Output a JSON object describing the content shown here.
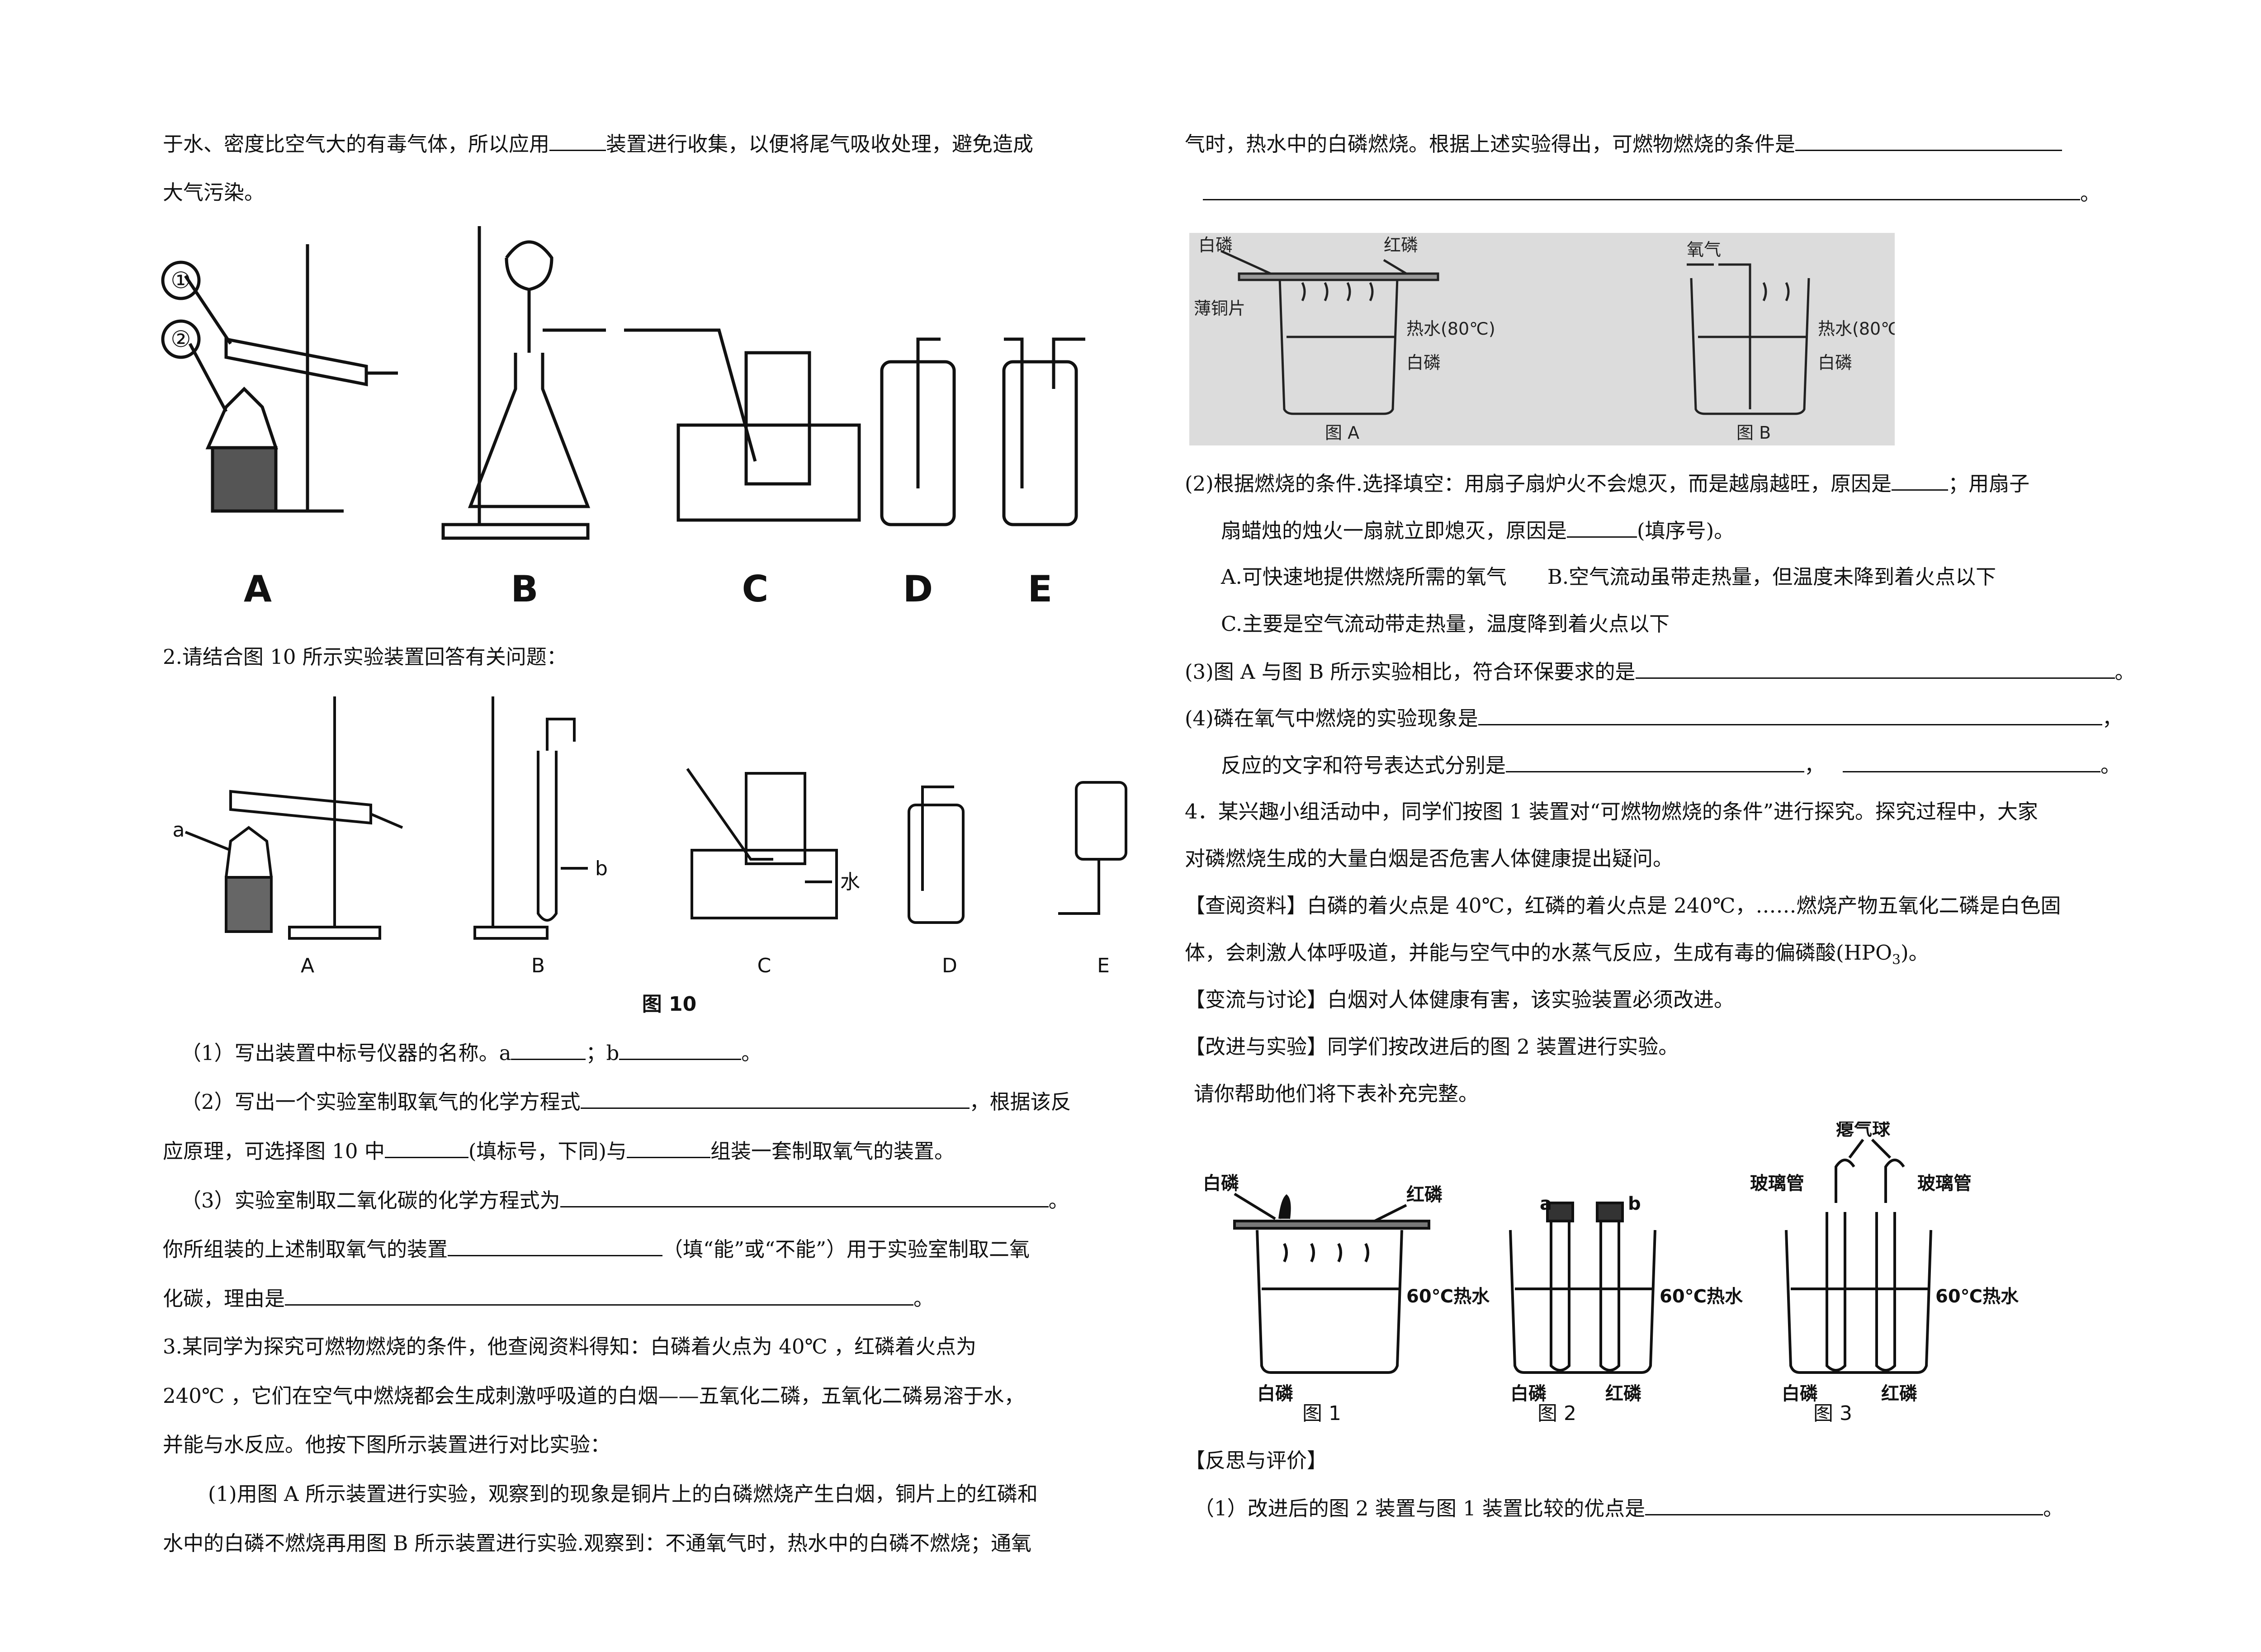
{
  "left": {
    "l1a": "于水、密度比空气大的有毒气体，所以应用",
    "l1b": "装置进行收集，以便将尾气吸收处理，避免造成",
    "l2": "大气污染。",
    "fig1_labels": [
      "A",
      "B",
      "C",
      "D",
      "E"
    ],
    "fig1_marks": [
      "①",
      "②"
    ],
    "q2": "2.请结合图 10 所示实验装置回答有关问题：",
    "fig10_labels": [
      "A",
      "B",
      "C",
      "D",
      "E"
    ],
    "fig10_a": "a",
    "fig10_b": "b",
    "fig10_water": "水",
    "fig10_caption": "图 10",
    "q2_1a": "（1）写出装置中标号仪器的名称。a",
    "q2_1b": "；b",
    "q2_1c": "。",
    "q2_2a": "（2）写出一个实验室制取氧气的化学方程式",
    "q2_2b": "，根据该反",
    "q2_2c": "应原理，可选择图 10 中",
    "q2_2d": "(填标号，下同)与",
    "q2_2e": "组装一套制取氧气的装置。",
    "q2_3a": "（3）实验室制取二氧化碳的化学方程式为",
    "q2_3b": "。",
    "q2_3c": "你所组装的上述制取氧气的装置",
    "q2_3d": "（填“能”或“不能”）用于实验室制取二氧",
    "q2_3e": "化碳，理由是",
    "q2_3f": "。",
    "q3_1": "3.某同学为探究可燃物燃烧的条件，他查阅资料得知：白磷着火点为 40℃ ，红磷着火点为",
    "q3_2": "240℃ ，它们在空气中燃烧都会生成刺激呼吸道的白烟——五氧化二磷，五氧化二磷易溶于水，",
    "q3_3": "并能与水反应。他按下图所示装置进行对比实验：",
    "q3_4": "(1)用图 A 所示装置进行实验，观察到的现象是铜片上的白磷燃烧产生白烟，铜片上的红磷和",
    "q3_5": "水中的白磷不燃烧再用图 B 所示装置进行实验.观察到：不通氧气时，热水中的白磷不燃烧；通氧"
  },
  "right": {
    "r1": "气时，热水中的白磷燃烧。根据上述实验得出，可燃物燃烧的条件是",
    "r2_end": "。",
    "figAB": {
      "bailin": "白磷",
      "honglin": "红磷",
      "tong": "薄铜片",
      "reshui": "热水(80℃)",
      "yangqi": "氧气",
      "capA": "图 A",
      "capB": "图 B"
    },
    "p2a": "(2)根据燃烧的条件.选择填空：用扇子扇炉火不会熄灭，而是越扇越旺，原因是",
    "p2b": "；用扇子",
    "p2c": "扇蜡烛的烛火一扇就立即熄灭，原因是",
    "p2d": "(填序号)。",
    "optA": "A.可快速地提供燃烧所需的氧气",
    "optB": "B.空气流动虽带走热量，但温度未降到着火点以下",
    "optC": "C.主要是空气流动带走热量，温度降到着火点以下",
    "p3a": "(3)图 A 与图 B 所示实验相比，符合环保要求的是",
    "p3b": "。",
    "p4a": "(4)磷在氧气中燃烧的实验现象是",
    "p4b": "，",
    "p4c": "反应的文字和符号表达式分别是",
    "p4d": "，",
    "p4e": "。",
    "q4_1": "4．某兴趣小组活动中，同学们按图 1 装置对“可燃物燃烧的条件”进行探究。探究过程中，大家",
    "q4_2": "对磷燃烧生成的大量白烟是否危害人体健康提出疑问。",
    "q4_3": "【查阅资料】白磷的着火点是 40℃，红磷的着火点是 240℃，……燃烧产物五氧化二磷是白色固",
    "q4_4a": "体，会刺激人体呼吸道，并能与空气中的水蒸气反应，生成有毒的偏磷酸(HPO",
    "q4_4sub": "3",
    "q4_4b": ")。",
    "q4_5": "【变流与讨论】白烟对人体健康有害，该实验装置必须改进。",
    "q4_6": "【改进与实验】同学们按改进后的图 2 装置进行实验。",
    "q4_7": "请你帮助他们将下表补充完整。",
    "fig123": {
      "bailin": "白磷",
      "honglin": "红磷",
      "reshui": "60℃热水",
      "qiqiu": "瘪气球",
      "boliguan": "玻璃管",
      "a": "a",
      "b": "b",
      "cap1": "图 1",
      "cap2": "图 2",
      "cap3": "图 3"
    },
    "fs": "【反思与评价】",
    "fs1a": "（1）改进后的图 2 装置与图 1 装置比较的优点是",
    "fs1b": "。"
  }
}
